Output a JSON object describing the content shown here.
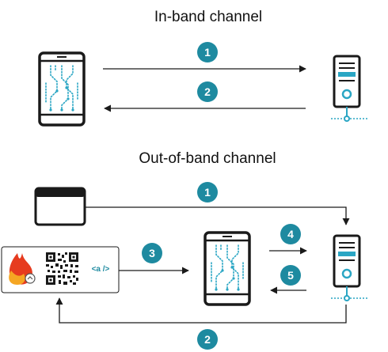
{
  "titles": {
    "inband": "In-band channel",
    "oob": "Out-of-band channel"
  },
  "steps": {
    "inband_1": "1",
    "inband_2": "2",
    "oob_1": "1",
    "oob_2": "2",
    "oob_3": "3",
    "oob_4": "4",
    "oob_5": "5"
  },
  "code_tag": "<a />",
  "icons": {
    "phone": "phone-icon",
    "server": "server-icon",
    "browser": "browser-window-icon",
    "logo": "flame-logo-icon",
    "qr": "qr-code-icon"
  },
  "colors": {
    "badge": "#1e8aa0",
    "accent": "#2aa6c4",
    "line": "#1a1a1a",
    "tag": "#1e8aa0"
  }
}
